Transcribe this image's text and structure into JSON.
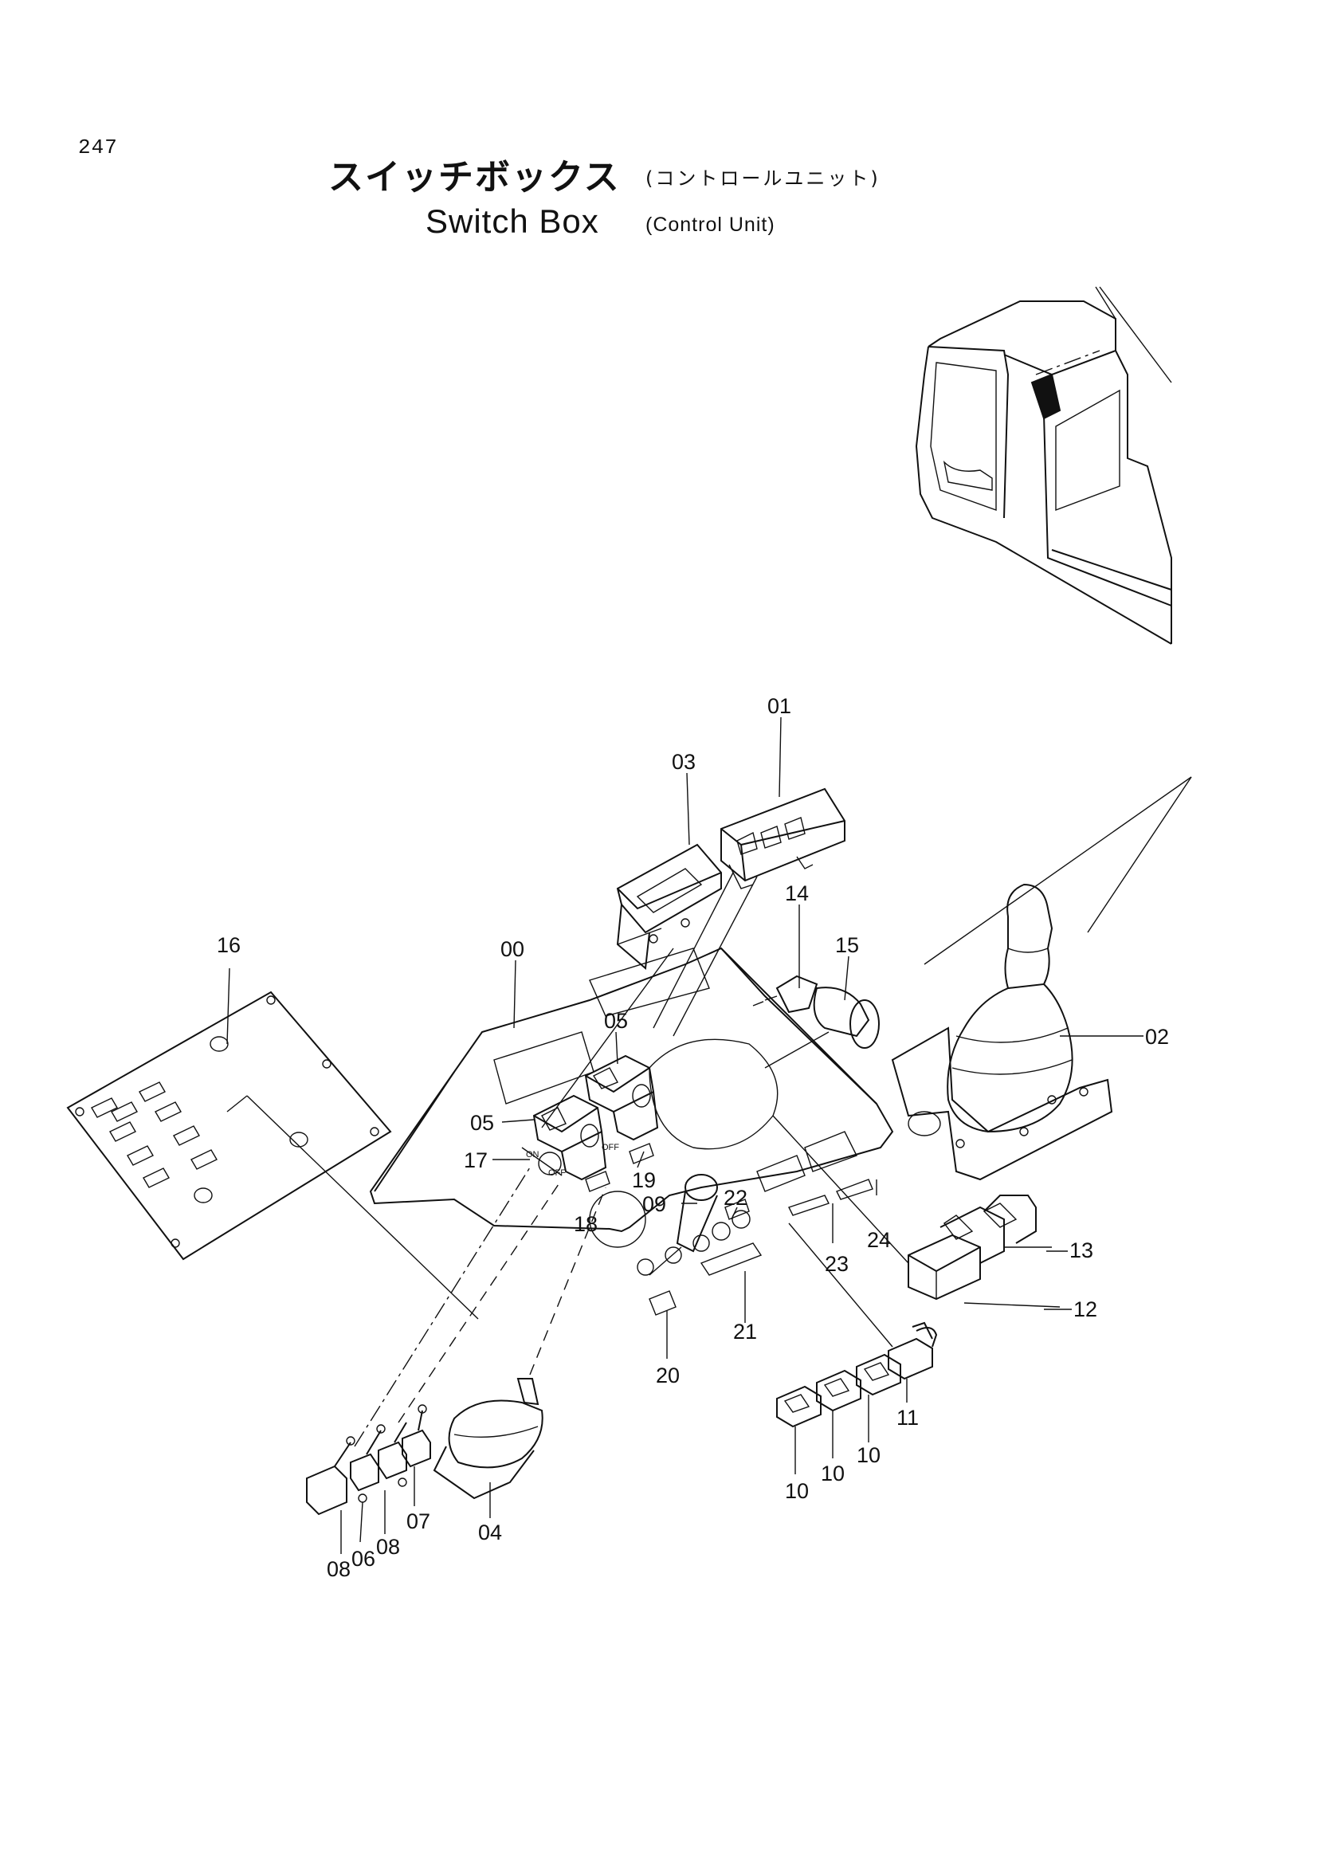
{
  "page": {
    "number": "247",
    "title_ja": "スイッチボックス",
    "title_ja_sub": "(コントロールユニット)",
    "title_en": "Switch Box",
    "title_en_sub": "(Control Unit)"
  },
  "callouts": [
    {
      "id": "c01",
      "label": "01"
    },
    {
      "id": "c03",
      "label": "03"
    },
    {
      "id": "c14",
      "label": "14"
    },
    {
      "id": "c15",
      "label": "15"
    },
    {
      "id": "c16",
      "label": "16"
    },
    {
      "id": "c00",
      "label": "00"
    },
    {
      "id": "c05a",
      "label": "05"
    },
    {
      "id": "c02",
      "label": "02"
    },
    {
      "id": "c05b",
      "label": "05"
    },
    {
      "id": "c17",
      "label": "17"
    },
    {
      "id": "c19",
      "label": "19"
    },
    {
      "id": "c22",
      "label": "22"
    },
    {
      "id": "c09",
      "label": "09"
    },
    {
      "id": "c18",
      "label": "18"
    },
    {
      "id": "c24",
      "label": "24"
    },
    {
      "id": "c23",
      "label": "23"
    },
    {
      "id": "c13",
      "label": "13"
    },
    {
      "id": "c12",
      "label": "12"
    },
    {
      "id": "c21",
      "label": "21"
    },
    {
      "id": "c20",
      "label": "20"
    },
    {
      "id": "c11",
      "label": "11"
    },
    {
      "id": "c10a",
      "label": "10"
    },
    {
      "id": "c10b",
      "label": "10"
    },
    {
      "id": "c10c",
      "label": "10"
    },
    {
      "id": "c04",
      "label": "04"
    },
    {
      "id": "c07",
      "label": "07"
    },
    {
      "id": "c08a",
      "label": "08"
    },
    {
      "id": "c08b",
      "label": "08"
    },
    {
      "id": "c06",
      "label": "06"
    }
  ],
  "switch_marks": {
    "on": "ON",
    "off": "OFF"
  }
}
